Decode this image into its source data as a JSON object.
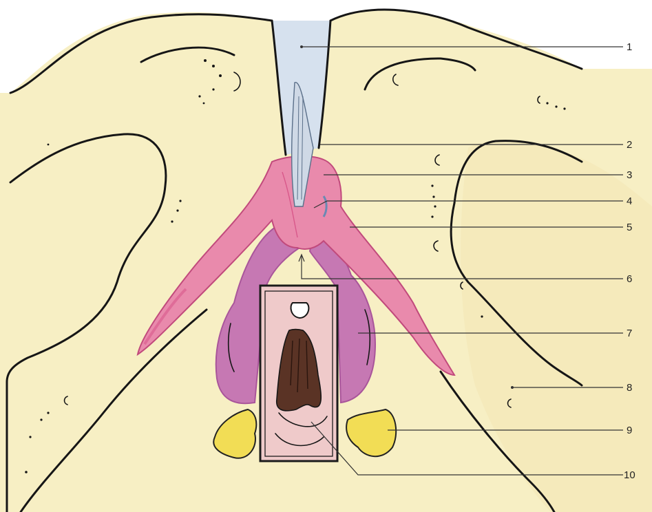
{
  "labels": [
    "1",
    "2",
    "3",
    "4",
    "5",
    "6",
    "7",
    "8",
    "9",
    "10"
  ],
  "colors": {
    "skin": "#f7efc4",
    "skin_shade": "#efe2a8",
    "pink": "#e98aac",
    "pink_dark": "#d8588a",
    "mauve": "#c678b3",
    "mauve_dark": "#a9559a",
    "slit": "#d6e1ee",
    "yellow": "#f2dd55",
    "yellow_dark": "#e2c52d",
    "window": "#efcaca",
    "ink": "#161616"
  }
}
